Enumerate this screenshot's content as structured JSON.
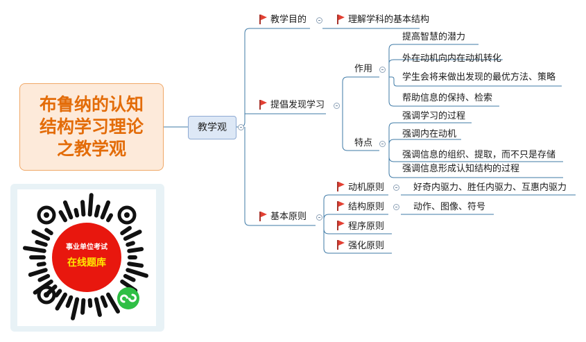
{
  "title": "布鲁纳的认知\n结构学习理论\n之教学观",
  "root": "教学观",
  "branches": {
    "b1": {
      "label": "教学目的",
      "children": [
        "理解学科的基本结构"
      ]
    },
    "b2": {
      "label": "提倡发现学习",
      "groups": [
        {
          "label": "作用",
          "items": [
            "提高智慧的潜力",
            "外在动机向内在动机转化",
            "学生会将来做出发现的最优方法、策略",
            "帮助信息的保持、检索"
          ]
        },
        {
          "label": "特点",
          "items": [
            "强调学习的过程",
            "强调内在动机",
            "强调信息的组织、提取，而不只是存储",
            "强调信息形成认知结构的过程"
          ]
        }
      ]
    },
    "b3": {
      "label": "基本原则",
      "items": [
        {
          "label": "动机原则",
          "detail": "好奇内驱力、胜任内驱力、互惠内驱力"
        },
        {
          "label": "结构原则",
          "detail": "动作、图像、符号"
        },
        {
          "label": "程序原则"
        },
        {
          "label": "强化原则"
        }
      ]
    }
  },
  "qr": {
    "line1": "事业单位考试",
    "line2": "在线题库"
  },
  "colors": {
    "title": "#e36c09",
    "title_bg": "#fdeada",
    "root_bg": "#dde8f6",
    "line": "#3d79a6",
    "flag": "#e34033"
  }
}
